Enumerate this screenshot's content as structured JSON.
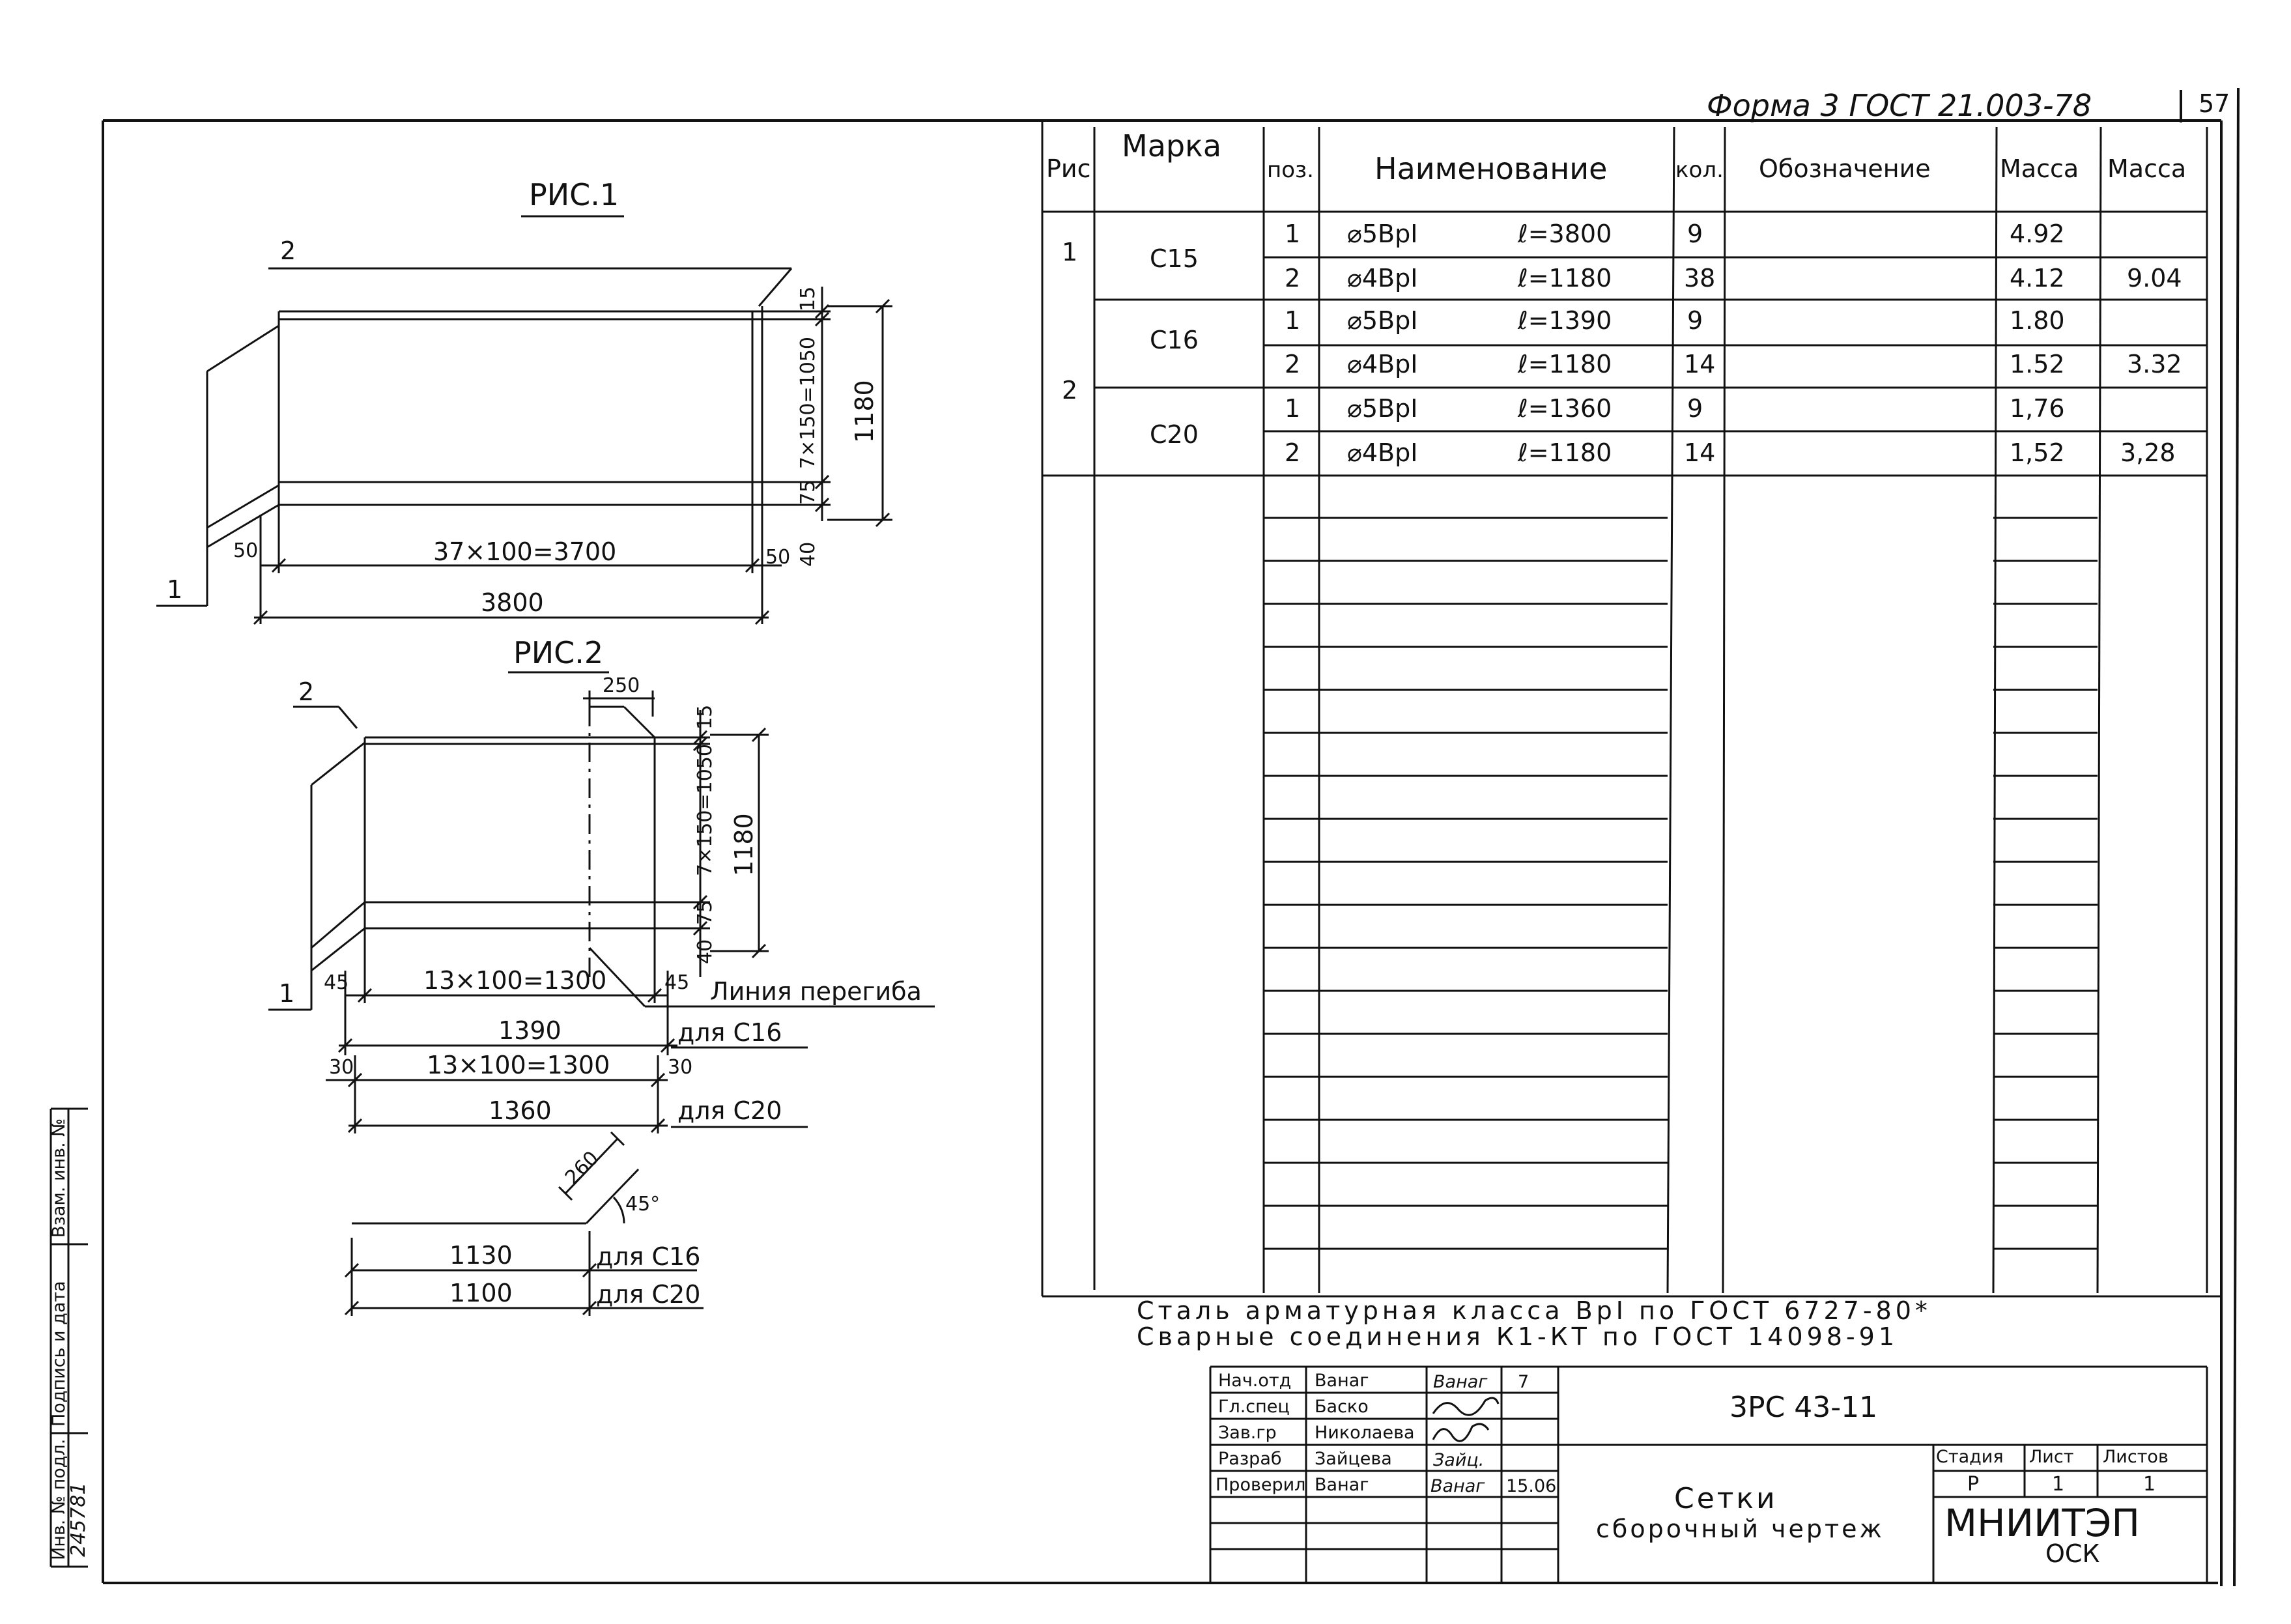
{
  "header": {
    "form_label": "Форма 3  ГОСТ 21.003-78",
    "page_number": "57"
  },
  "figures": {
    "fig1": {
      "title": "РИС.1",
      "callout_1": "1",
      "callout_2": "2",
      "dims": {
        "d15": "15",
        "d1050": "7×150=1050",
        "d75": "75",
        "d40": "40",
        "d1180": "1180",
        "d50l": "50",
        "d50r": "50",
        "d3700": "37×100=3700",
        "d3800": "3800"
      }
    },
    "fig2": {
      "title": "РИС.2",
      "callout_1": "1",
      "callout_2": "2",
      "dims": {
        "d250": "250",
        "d15": "15",
        "d1050": "7×150=1050",
        "d75": "75",
        "d40": "40",
        "d1180": "1180",
        "d45l": "45",
        "d45r": "45",
        "d1300a": "13×100=1300",
        "d1390": "1390",
        "d30l": "30",
        "d30r": "30",
        "d1300b": "13×100=1300",
        "d1360": "1360",
        "d260": "260",
        "d45deg": "45°",
        "d1130": "1130",
        "d1100": "1100"
      },
      "notes": {
        "bend_line": "Линия перегиба",
        "for_c16": "для С16",
        "for_c20": "для С20",
        "for_c16b": "для С16",
        "for_c20b": "для С20"
      }
    }
  },
  "spec_table": {
    "headers": {
      "fig": "Рис",
      "mark": "Марка",
      "pos": "поз.",
      "name": "Наименование",
      "qty": "кол.",
      "designation": "Обозначение",
      "mass1": "Масса",
      "mass2": "Масса"
    },
    "fig_cells": [
      "1",
      "2"
    ],
    "mark_cells": [
      "С15",
      "С16",
      "С20"
    ],
    "rows": [
      {
        "pos": "1",
        "name": "⌀5ВрI",
        "len": "ℓ=3800",
        "qty": "9",
        "desig": "",
        "mass": "4.92",
        "total": ""
      },
      {
        "pos": "2",
        "name": "⌀4ВрI",
        "len": "ℓ=1180",
        "qty": "38",
        "desig": "",
        "mass": "4.12",
        "total": "9.04"
      },
      {
        "pos": "1",
        "name": "⌀5ВрI",
        "len": "ℓ=1390",
        "qty": "9",
        "desig": "",
        "mass": "1.80",
        "total": ""
      },
      {
        "pos": "2",
        "name": "⌀4ВрI",
        "len": "ℓ=1180",
        "qty": "14",
        "desig": "",
        "mass": "1.52",
        "total": "3.32"
      },
      {
        "pos": "1",
        "name": "⌀5ВрI",
        "len": "ℓ=1360",
        "qty": "9",
        "desig": "",
        "mass": "1,76",
        "total": ""
      },
      {
        "pos": "2",
        "name": "⌀4ВрI",
        "len": "ℓ=1180",
        "qty": "14",
        "desig": "",
        "mass": "1,52",
        "total": "3,28"
      }
    ]
  },
  "notes": {
    "line1": "Сталь арматурная класса ВрI по ГОСТ 6727-80*",
    "line2": "Сварные соединения К1-КТ по ГОСТ 14098-91"
  },
  "title_block": {
    "signatures": [
      {
        "role": "Нач.отд",
        "name": "Ванаг",
        "sign": "Ванаг",
        "date": "7"
      },
      {
        "role": "Гл.спец",
        "name": "Баско",
        "sign": "",
        "date": ""
      },
      {
        "role": "Зав.гр",
        "name": "Николаева",
        "sign": "",
        "date": ""
      },
      {
        "role": "Разраб",
        "name": "Зайцева",
        "sign": "Зайц.",
        "date": ""
      },
      {
        "role": "Проверил",
        "name": "Ванаг",
        "sign": "Ванаг",
        "date": "15.06"
      }
    ],
    "doc_code": "3РС 43-11",
    "title_line1": "Сетки",
    "title_line2": "сборочный чертеж",
    "stage_label": "Стадия",
    "sheet_label": "Лист",
    "sheets_label": "Листов",
    "stage": "Р",
    "sheet": "1",
    "sheets": "1",
    "org": "МНИИТЭП",
    "org_sub": "ОСК"
  },
  "side_stamp": {
    "inv_sub": "Инв. № подл.",
    "sign_date": "Подпись и дата",
    "inv_repl": "Взам. инв. №",
    "inv_value": "245781"
  }
}
